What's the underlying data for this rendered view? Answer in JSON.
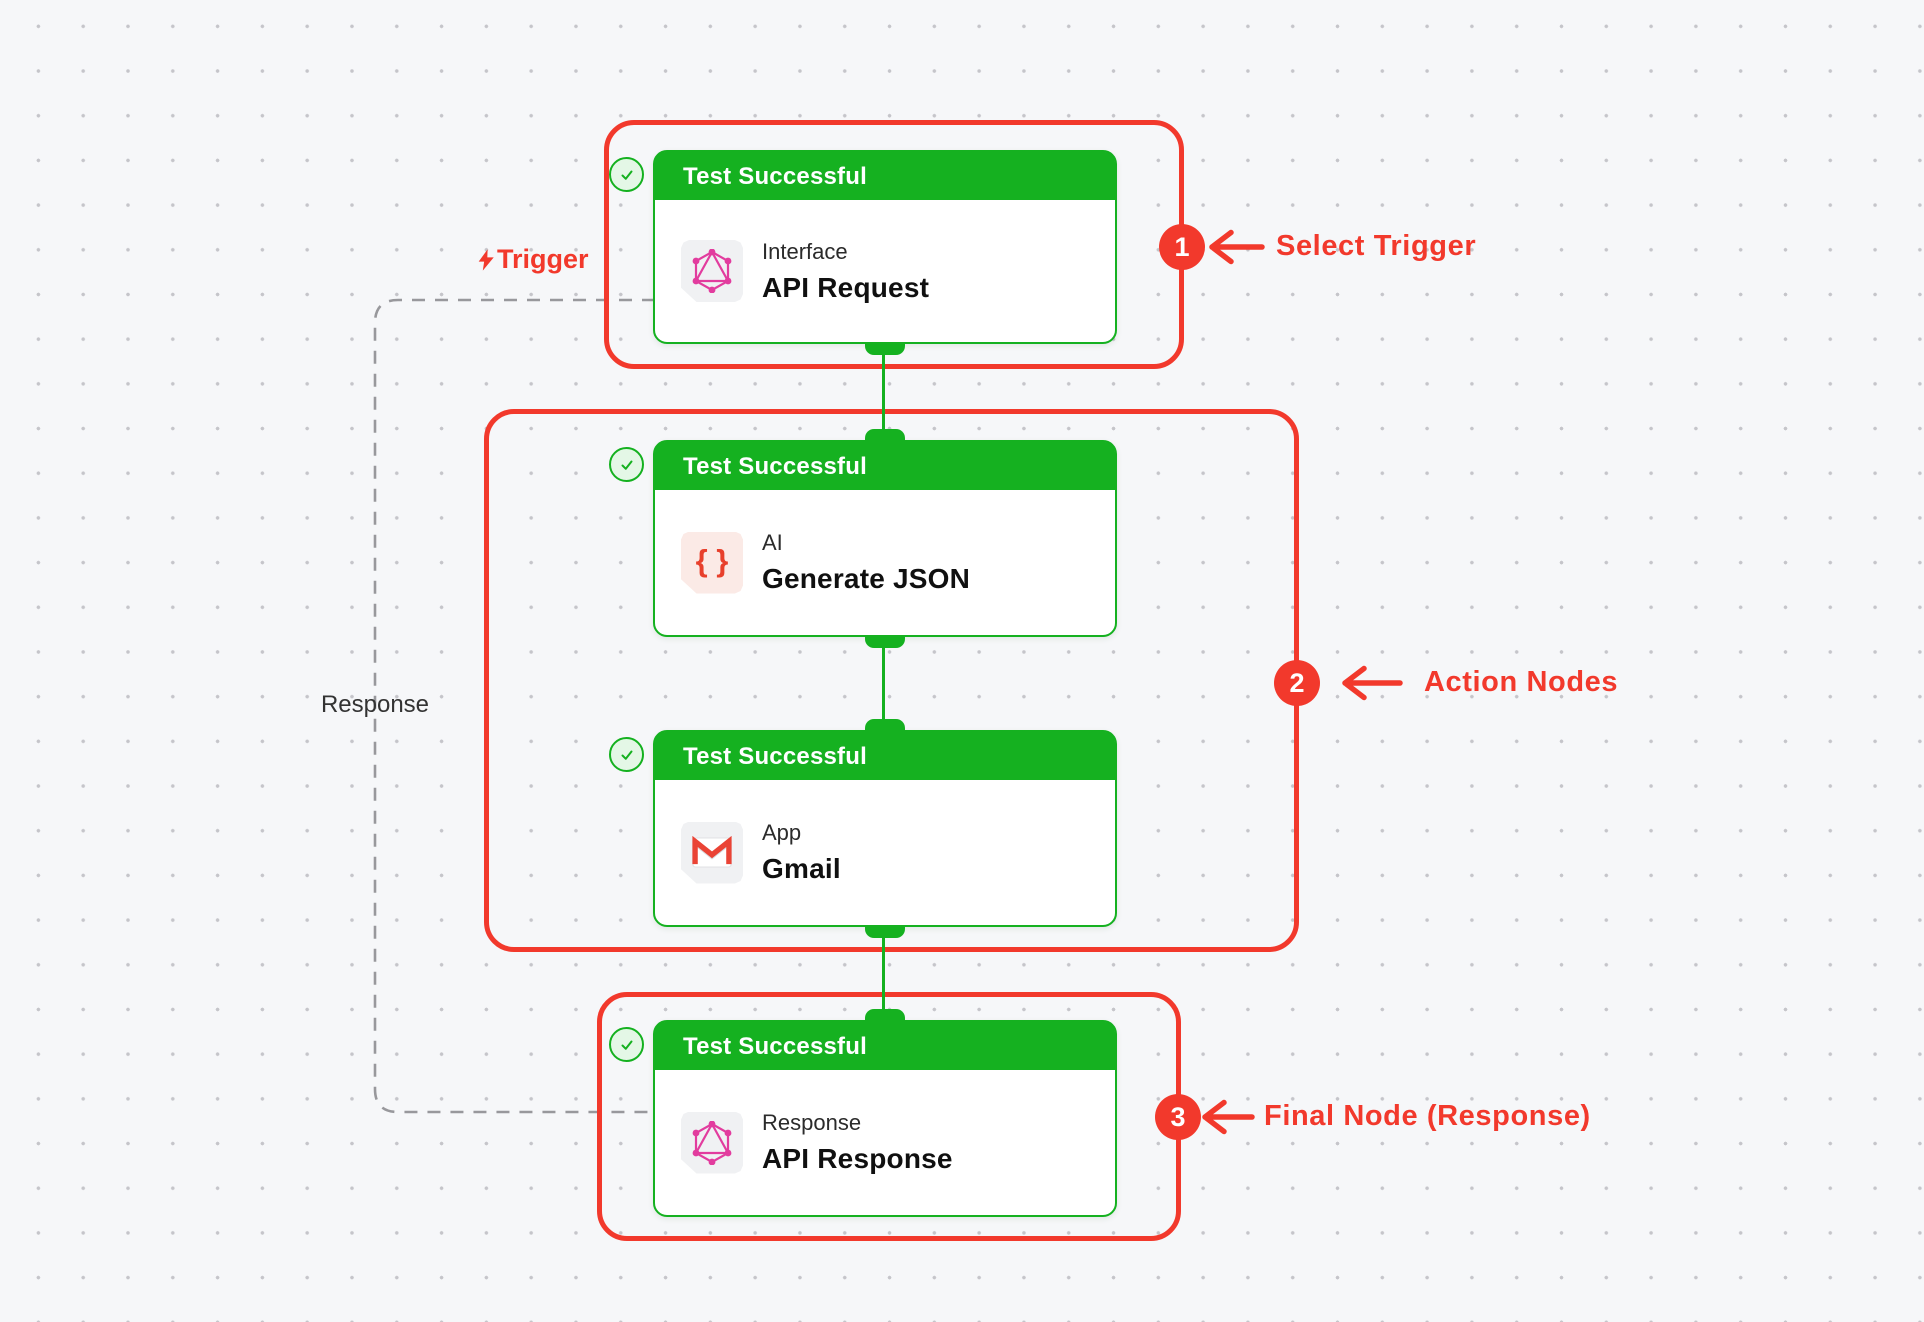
{
  "colors": {
    "green": "#15B120",
    "green_light": "#E4F7E6",
    "red": "#F2392C",
    "graphql_pink": "#E23C9E",
    "gmail_red": "#EA4335",
    "braces_red": "#E8402C",
    "dash_gray": "#98989C"
  },
  "trigger_label": {
    "text": "Trigger"
  },
  "response_label": {
    "text": "Response"
  },
  "nodes": [
    {
      "status": "Test Successful",
      "label": "Interface",
      "title": "API Request",
      "icon": "graphql-icon"
    },
    {
      "status": "Test Successful",
      "label": "AI",
      "title": "Generate JSON",
      "icon": "json-braces-icon",
      "icon_glyph": "{ }"
    },
    {
      "status": "Test Successful",
      "label": "App",
      "title": "Gmail",
      "icon": "gmail-icon"
    },
    {
      "status": "Test Successful",
      "label": "Response",
      "title": "API Response",
      "icon": "graphql-icon"
    }
  ],
  "annotations": [
    {
      "number": "1",
      "text": "Select Trigger"
    },
    {
      "number": "2",
      "text": "Action Nodes"
    },
    {
      "number": "3",
      "text": "Final Node (Response)"
    }
  ]
}
